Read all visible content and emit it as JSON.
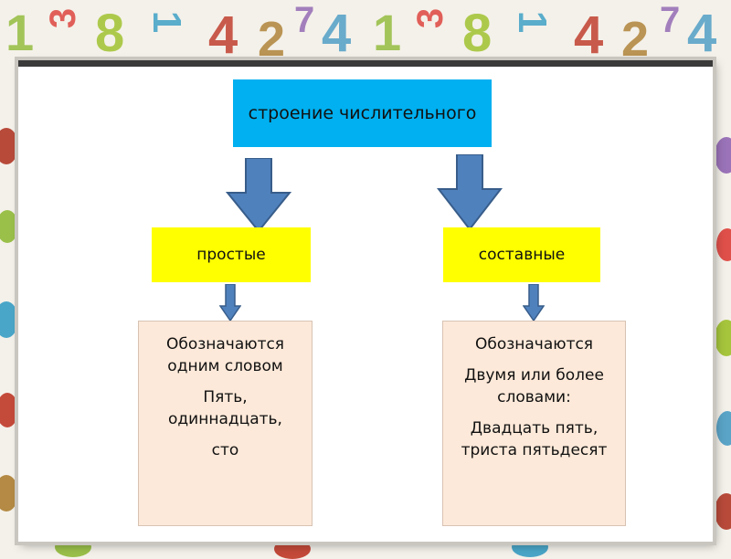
{
  "diagram": {
    "title": "строение числительного",
    "categories": [
      {
        "label": "простые",
        "lines": [
          "Обозначаются одним словом",
          "Пять, одиннадцать,",
          "сто"
        ]
      },
      {
        "label": "составные",
        "lines": [
          "Обозначаются",
          "Двумя или более словами:",
          "Двадцать пять, триста пятьдесят"
        ]
      }
    ]
  },
  "background": {
    "top_digits": [
      "1",
      "3",
      "8",
      "1",
      "4",
      "2",
      "7",
      "4",
      "1",
      "3",
      "8",
      "1",
      "4",
      "2",
      "7",
      "4"
    ]
  },
  "colors": {
    "title_fill": "#00b0f0",
    "category_fill": "#ffff00",
    "description_fill": "#fde9d9",
    "arrow_fill": "#4f81bd"
  }
}
